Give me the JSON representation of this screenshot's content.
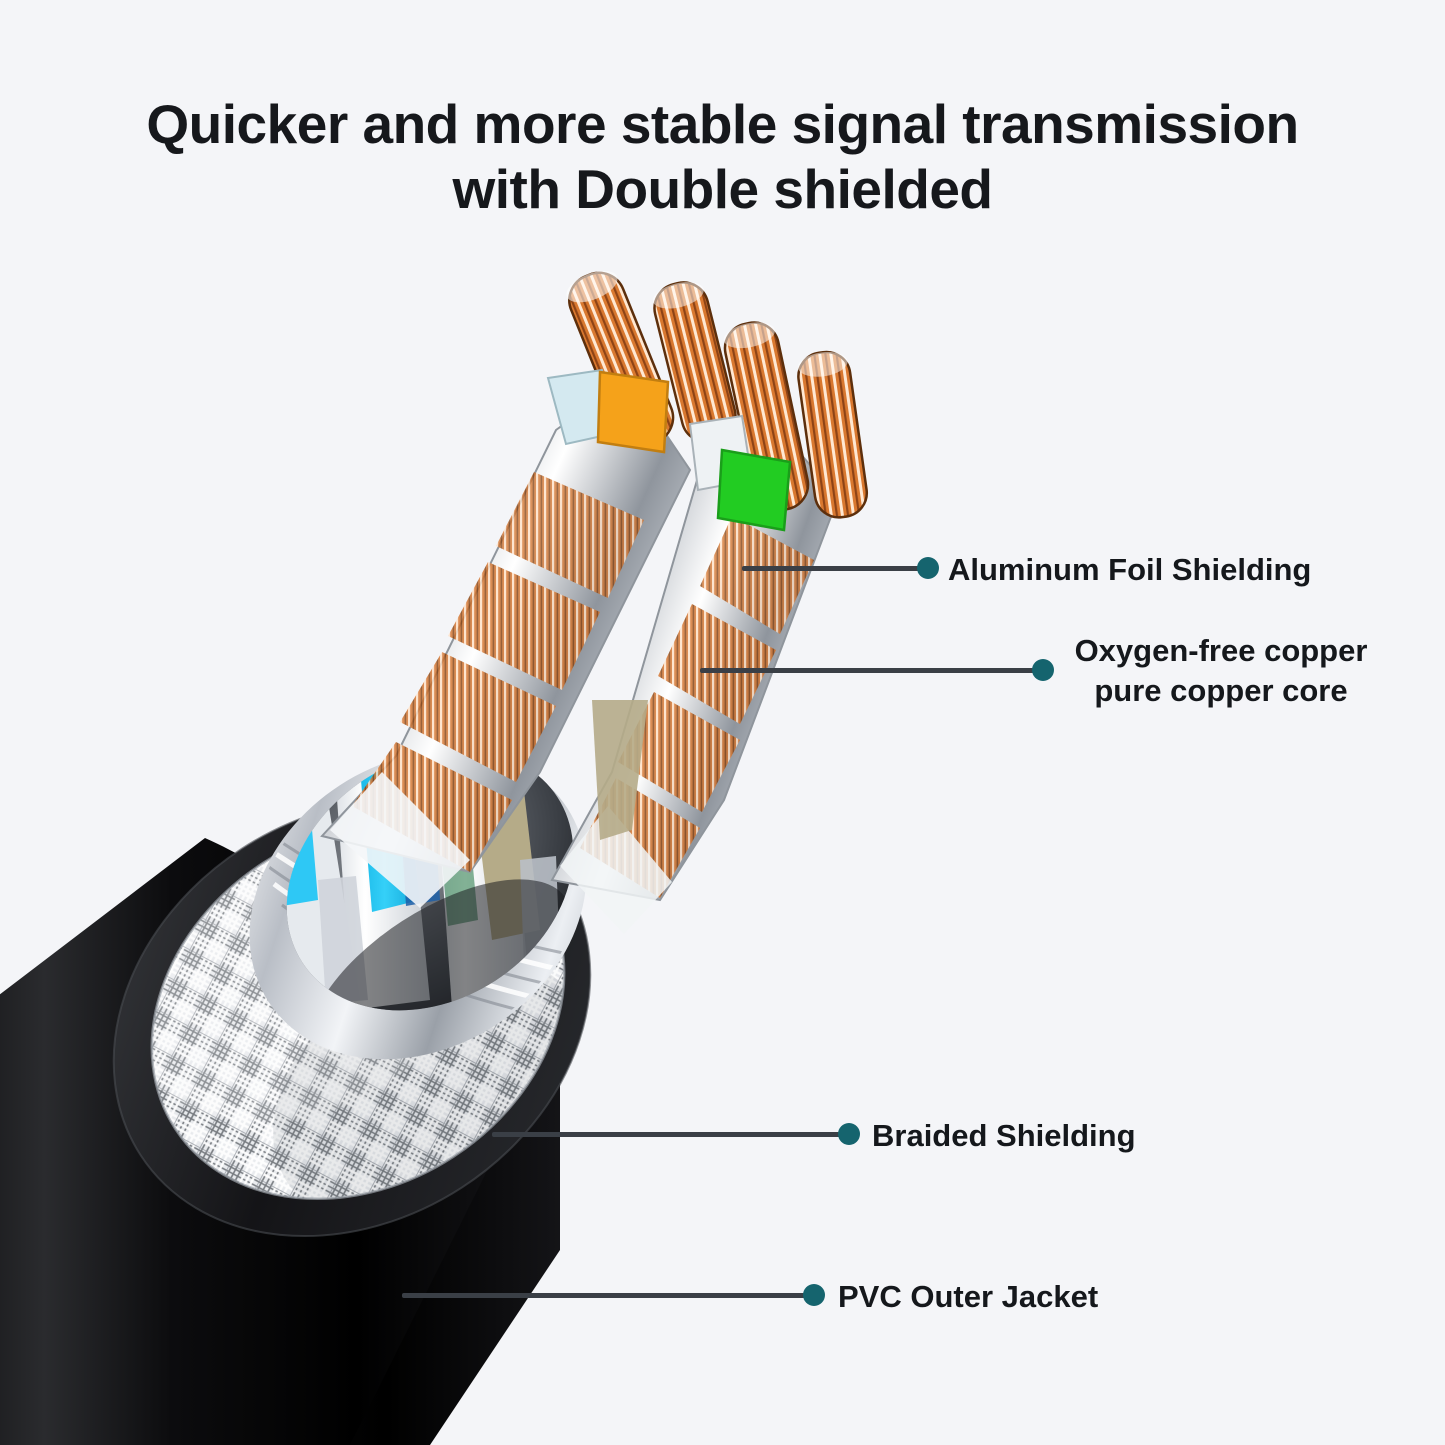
{
  "page": {
    "background_color": "#f4f5f8",
    "text_color": "#15181c",
    "accent_color": "#15646e",
    "leader_line_color": "#3a3f46"
  },
  "title": {
    "line1": "Quicker and more stable signal transmission",
    "line2": "with Double shielded",
    "full": "Quicker and more stable signal transmission with Double shielded"
  },
  "callouts": [
    {
      "id": "aluminum-foil-shielding",
      "label": "Aluminum Foil Shielding",
      "label_line1": "Aluminum Foil Shielding",
      "label_line2": "",
      "dot_color": "#15646e"
    },
    {
      "id": "oxygen-free-copper",
      "label": "Oxygen-free copper pure copper core",
      "label_line1": "Oxygen-free copper",
      "label_line2": "pure copper core",
      "dot_color": "#15646e"
    },
    {
      "id": "braided-shielding",
      "label": "Braided Shielding",
      "label_line1": "Braided Shielding",
      "label_line2": "",
      "dot_color": "#15646e"
    },
    {
      "id": "pvc-outer-jacket",
      "label": "PVC Outer Jacket",
      "label_line1": "PVC Outer Jacket",
      "label_line2": "",
      "dot_color": "#15646e"
    }
  ],
  "illustration": {
    "subject": "ethernet-cable-cutaway",
    "jacket_color": "#0a0a0a",
    "braid_color": "#d8dade",
    "foil_color": "#cfd3d8",
    "copper_color": "#c9762f",
    "wire_colors": {
      "orange": "#f5a21a",
      "green": "#22cc22",
      "cyan": "#23c6f2",
      "light_blue": "#cfe6ee",
      "white": "#f7f9fa",
      "tan": "#b5ab88"
    }
  }
}
